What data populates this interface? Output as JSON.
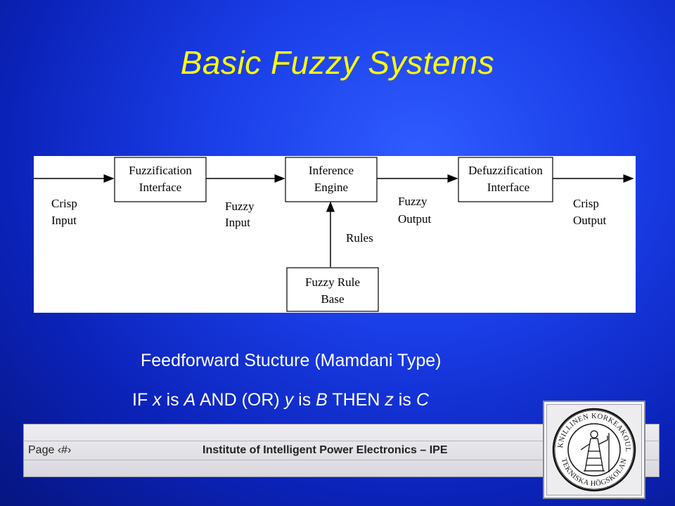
{
  "slide": {
    "title": "Basic Fuzzy Systems",
    "caption": "Feedforward Stucture (Mamdani Type)",
    "rule": {
      "p1": "IF ",
      "x": "x",
      "p2": " is ",
      "A": "A",
      "p3": " AND (OR) ",
      "y": "y",
      "p4": " is ",
      "B": "B",
      "p5": " THEN ",
      "z": "z",
      "p6": " is ",
      "C": "C"
    }
  },
  "diagram": {
    "blocks": {
      "fuzzification": [
        "Fuzzification",
        "Interface"
      ],
      "inference": [
        "Inference",
        "Engine"
      ],
      "defuzzification": [
        "Defuzzification",
        "Interface"
      ],
      "rule_base": [
        "Fuzzy Rule",
        "Base"
      ]
    },
    "signals": {
      "crisp_input": [
        "Crisp",
        "Input"
      ],
      "fuzzy_input": [
        "Fuzzy",
        "Input"
      ],
      "fuzzy_output": [
        "Fuzzy",
        "Output"
      ],
      "crisp_output": [
        "Crisp",
        "Output"
      ],
      "rules": "Rules"
    }
  },
  "footer": {
    "page_label": "Page  ‹#›",
    "institute": "Institute of Intelligent Power Electronics – IPE"
  },
  "seal": {
    "text_top": "TEKNILLINEN KORKEAKOULU",
    "text_bottom": "TEKNISKA HÖGSKOLAN"
  },
  "colors": {
    "title": "#ffff00",
    "text": "#ffffff",
    "background": "#1a3ee8"
  }
}
